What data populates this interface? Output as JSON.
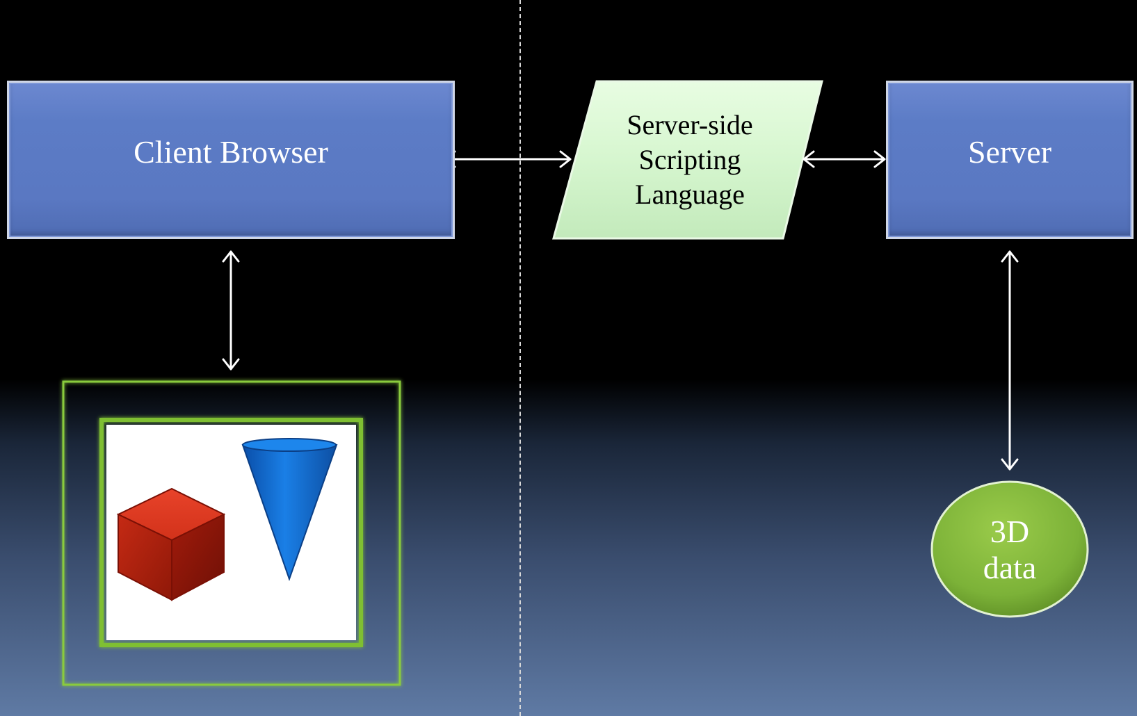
{
  "diagram": {
    "client_browser": {
      "label": "Client Browser"
    },
    "scripting": {
      "line1": "Server-side",
      "line2": "Scripting",
      "line3": "Language"
    },
    "server": {
      "label": "Server"
    },
    "data_store": {
      "line1": "3D",
      "line2": "data"
    },
    "viewport": {
      "shapes": [
        "cube-icon",
        "cone-icon"
      ],
      "cube_color": "#c1230f",
      "cone_color": "#1670d8"
    },
    "colors": {
      "box_fill": "#5c7cc6",
      "scripting_fill": "#d9f8d4",
      "data_fill": "#7fb33a",
      "frame_green": "#8acb3c",
      "arrow": "#ffffff"
    }
  }
}
